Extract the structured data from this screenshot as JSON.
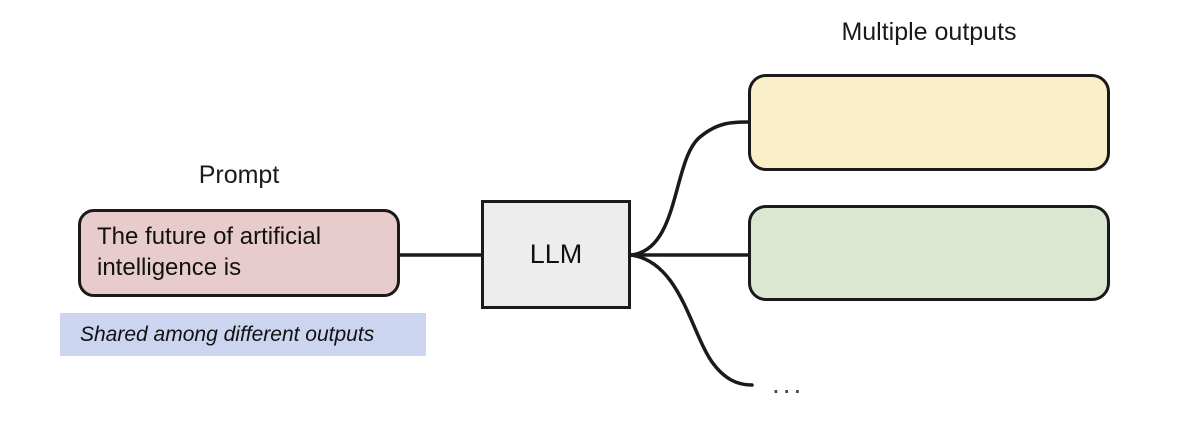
{
  "diagram": {
    "title_outputs": "Multiple outputs",
    "prompt_caption": "Prompt",
    "prompt_text": "The future of artificial\nintelligence is",
    "shared_note": "Shared among different outputs",
    "llm_label": "LLM",
    "ellipsis": "...",
    "outputs": [
      {
        "label": "",
        "color": "#faefc8"
      },
      {
        "label": "",
        "color": "#dce7d2"
      }
    ],
    "colors": {
      "prompt_fill": "#e8cbcc",
      "llm_fill": "#ededed",
      "output_1_fill": "#faefc8",
      "output_2_fill": "#dce7d2",
      "shared_note_fill": "#cbd5f0",
      "stroke": "#1a1a1a",
      "background": "#ffffff"
    }
  }
}
